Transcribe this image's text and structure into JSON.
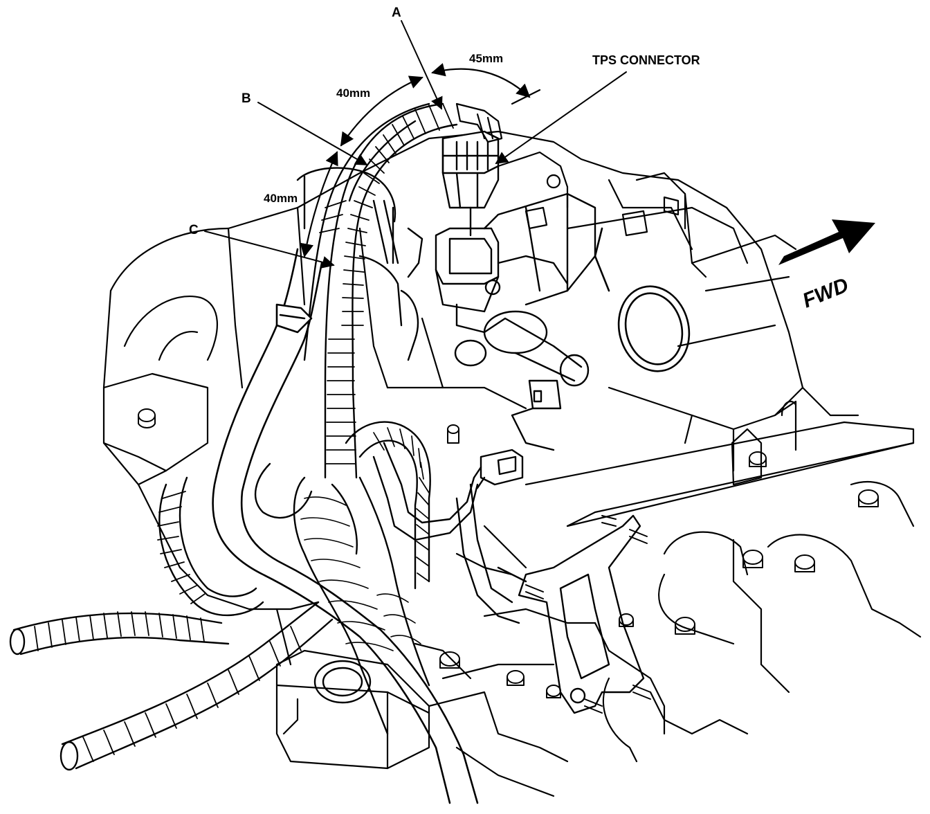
{
  "callouts": {
    "a": "A",
    "b": "B",
    "c": "C",
    "tps": "TPS CONNECTOR"
  },
  "dimensions": {
    "d1": "45mm",
    "d2": "40mm",
    "d3": "40mm"
  },
  "direction": {
    "label": "FWD",
    "icon": "forward-arrow-icon"
  },
  "colors": {
    "ink": "#000000",
    "paper": "#ffffff"
  }
}
